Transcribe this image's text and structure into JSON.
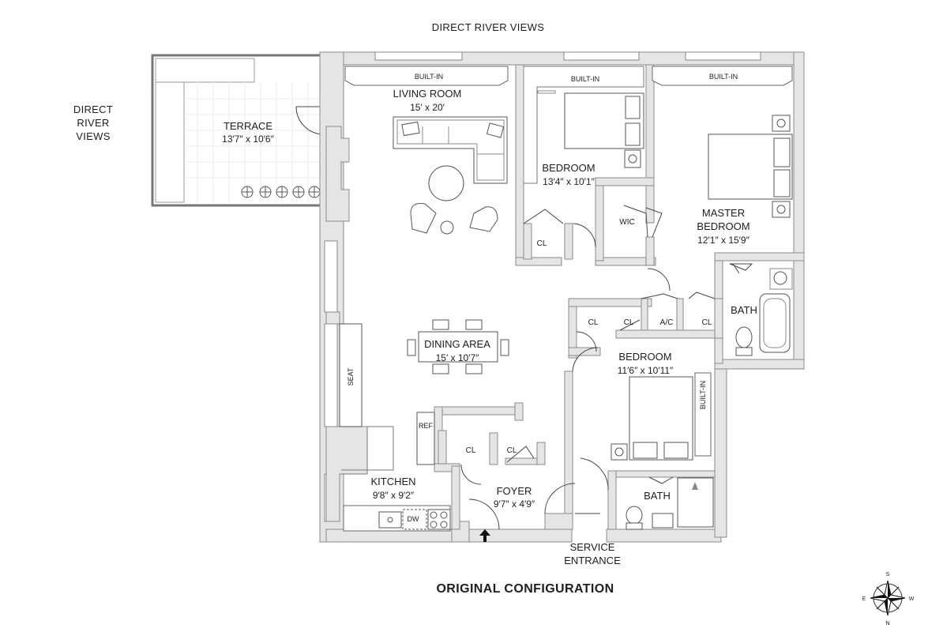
{
  "header": {
    "views_top": "DIRECT RIVER VIEWS",
    "views_left": [
      "DIRECT",
      "RIVER",
      "VIEWS"
    ]
  },
  "rooms": {
    "terrace": {
      "name": "TERRACE",
      "dims": "13′7″ x 10′6″"
    },
    "living": {
      "name": "LIVING ROOM",
      "dims": "15′ x 20′"
    },
    "bedroom1": {
      "name": "BEDROOM",
      "dims": "13′4″ x 10′1″"
    },
    "master": {
      "name_line1": "MASTER",
      "name_line2": "BEDROOM",
      "dims": "12′1″ x 15′9″"
    },
    "dining": {
      "name": "DINING AREA",
      "dims": "15′ x 10′7″"
    },
    "bedroom2": {
      "name": "BEDROOM",
      "dims": "11′6″ x 10′11″"
    },
    "kitchen": {
      "name": "KITCHEN",
      "dims": "9′8″ x 9′2″"
    },
    "foyer": {
      "name": "FOYER",
      "dims": "9′7″ x 4′9″"
    },
    "bath_master": {
      "name": "BATH"
    },
    "bath_second": {
      "name": "BATH"
    }
  },
  "fixtures": {
    "builtin_living": "BUILT-IN",
    "builtin_bed1": "BUILT-IN",
    "builtin_master": "BUILT-IN",
    "builtin_bed2": "BUILT-IN",
    "wic": "WIC",
    "cl": "CL",
    "ac": "A/C",
    "seat": "SEAT",
    "ref": "REF",
    "dw": "DW"
  },
  "service_entrance": [
    "SERVICE",
    "ENTRANCE"
  ],
  "footer_title": "ORIGINAL CONFIGURATION",
  "compass": {
    "n": "N",
    "s": "S",
    "e": "E",
    "w": "W"
  }
}
